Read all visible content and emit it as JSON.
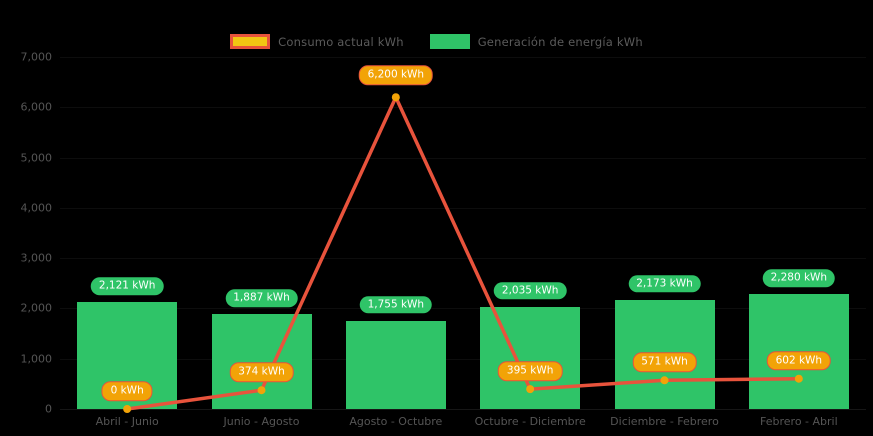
{
  "chart_data": {
    "type": "bar",
    "title": "",
    "subtitle": "",
    "xlabel": "",
    "ylabel": "",
    "categories": [
      "Abril - Junio",
      "Junio - Agosto",
      "Agosto - Octubre",
      "Octubre - Diciembre",
      "Diciembre - Febrero",
      "Febrero - Abril"
    ],
    "series": [
      {
        "name": "Consumo actual kWh",
        "type": "line",
        "color": "#E8533C",
        "marker_color": "#F2A307",
        "values": [
          0,
          374,
          6200,
          395,
          571,
          602
        ],
        "data_labels": [
          "0 kWh",
          "374 kWh",
          "6,200 kWh",
          "395 kWh",
          "571 kWh",
          "602 kWh"
        ]
      },
      {
        "name": "Generación de energía kWh",
        "type": "bar",
        "color": "#2FC468",
        "values": [
          2121,
          1887,
          1755,
          2035,
          2173,
          2280
        ],
        "data_labels": [
          "2,121 kWh",
          "1,887 kWh",
          "1,755 kWh",
          "2,035 kWh",
          "2,173 kWh",
          "2,280 kWh"
        ]
      }
    ],
    "ylim": [
      0,
      7000
    ],
    "y_ticks": [
      0,
      1000,
      2000,
      3000,
      4000,
      5000,
      6000,
      7000
    ],
    "y_tick_labels": [
      "0",
      "1,000",
      "2,000",
      "3,000",
      "4,000",
      "5,000",
      "6,000",
      "7,000"
    ],
    "grid": true,
    "legend_position": "top-center",
    "background": "#000000"
  },
  "legend": {
    "entries": [
      {
        "label": "Consumo actual kWh",
        "swatch": "line-swatch",
        "color": "#F2C513",
        "border_color": "#E8533C"
      },
      {
        "label": "Generación de energía kWh",
        "swatch": "bar-swatch",
        "color": "#2FC468",
        "border_color": "#2FC468"
      }
    ]
  },
  "colors": {
    "background": "#000000",
    "bar": "#2FC468",
    "line": "#E8533C",
    "line_marker": "#F2A307",
    "line_label_bg": "#F2A307",
    "axis_text": "#555555",
    "gridline": "#0d0d0d"
  }
}
